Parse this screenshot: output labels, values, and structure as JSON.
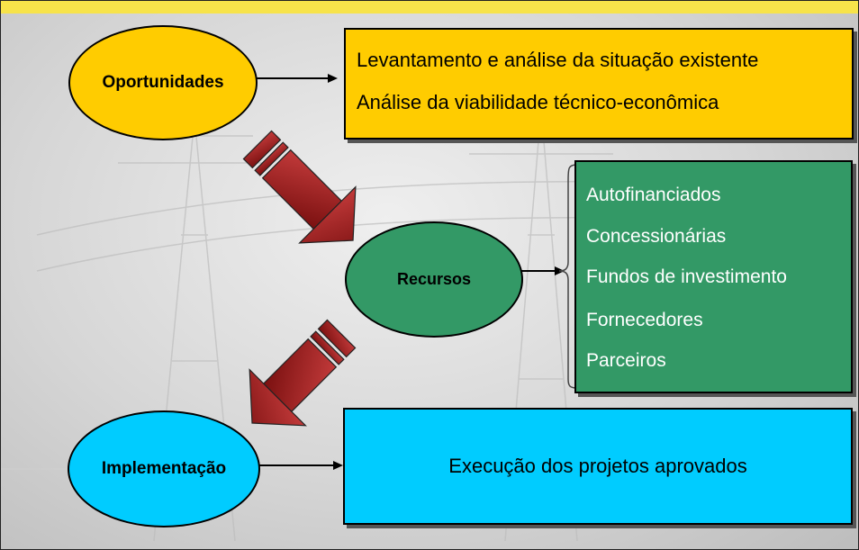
{
  "stages": {
    "opportunities": {
      "label": "Oportunidades",
      "details": [
        "Levantamento e análise da situação existente",
        "Análise da viabilidade técnico-econômica"
      ],
      "color": "#ffcc00"
    },
    "resources": {
      "label": "Recursos",
      "details": [
        "Autofinanciados",
        "Concessionárias",
        "Fundos de investimento",
        "Fornecedores",
        "Parceiros"
      ],
      "color": "#339966"
    },
    "implementation": {
      "label": "Implementação",
      "details": [
        "Execução dos projetos aprovados"
      ],
      "color": "#00ccff"
    }
  },
  "colors": {
    "top_bar": "#f7e34a",
    "flow_arrow": "#9b1c1c"
  }
}
